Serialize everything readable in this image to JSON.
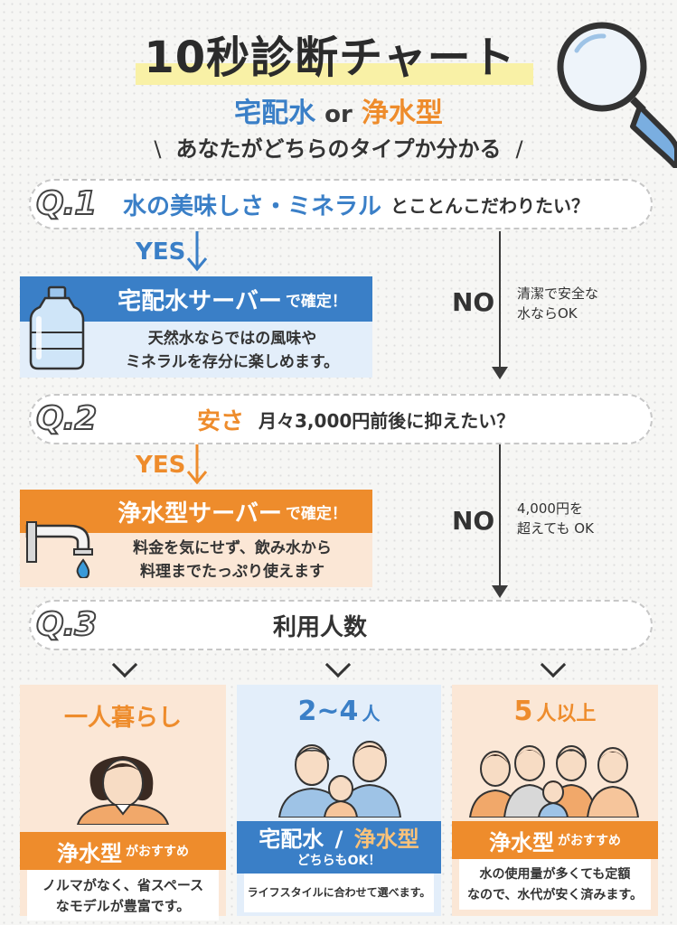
{
  "header": {
    "title": "10秒診断チャート",
    "subtitle_a": "宅配水",
    "subtitle_or": "or",
    "subtitle_b": "浄水型",
    "tagline": "あなたがどちらのタイプか分かる",
    "slash_left": "\\",
    "slash_right": "/"
  },
  "q1": {
    "label": "Q.1",
    "main": "水の美味しさ・ミネラル",
    "sub": "とことんこだわりたい？",
    "yes": "YES",
    "no": "NO",
    "no_note_1": "清潔で安全な",
    "no_note_2": "水ならOK",
    "result_big": "宅配水サーバー",
    "result_small": "で確定！",
    "result_line1": "天然水ならではの風味や",
    "result_line2": "ミネラルを存分に楽しめます。"
  },
  "q2": {
    "label": "Q.2",
    "main": "安さ",
    "sub": "月々3,000円前後に抑えたい？",
    "yes": "YES",
    "no": "NO",
    "no_note_1": "4,000円を",
    "no_note_2": "超えても OK",
    "result_big": "浄水型サーバー",
    "result_small": "で確定！",
    "result_line1": "料金を気にせず、飲み水から",
    "result_line2": "料理までたっぷり使えます"
  },
  "q3": {
    "label": "Q.3",
    "main": "利用人数"
  },
  "cards": [
    {
      "title": "一人暮らし",
      "band_big": "浄水型",
      "band_small": "がおすすめ",
      "desc1": "ノルマがなく、省スペース",
      "desc2": "なモデルが豊富です。"
    },
    {
      "title_num": "2~4",
      "title_unit": "人",
      "band_a": "宅配水",
      "band_sep": "/",
      "band_b": "浄水型",
      "band_sub": "どちらもOK！",
      "desc1": "ライフスタイルに合わせて選べます。"
    },
    {
      "title_num": "5",
      "title_unit": "人以上",
      "band_big": "浄水型",
      "band_small": "がおすすめ",
      "desc1": "水の使用量が多くても定額",
      "desc2": "なので、水代が安く済みます。"
    }
  ],
  "colors": {
    "blue": "#3a7fc7",
    "orange": "#ee8c2c",
    "highlight": "#f9f1a6",
    "peach": "#fbe7d6",
    "light_blue": "#e3eefa"
  },
  "icons": [
    "magnifier-icon",
    "water-bottle-icon",
    "faucet-icon",
    "arrow-down-icon"
  ]
}
